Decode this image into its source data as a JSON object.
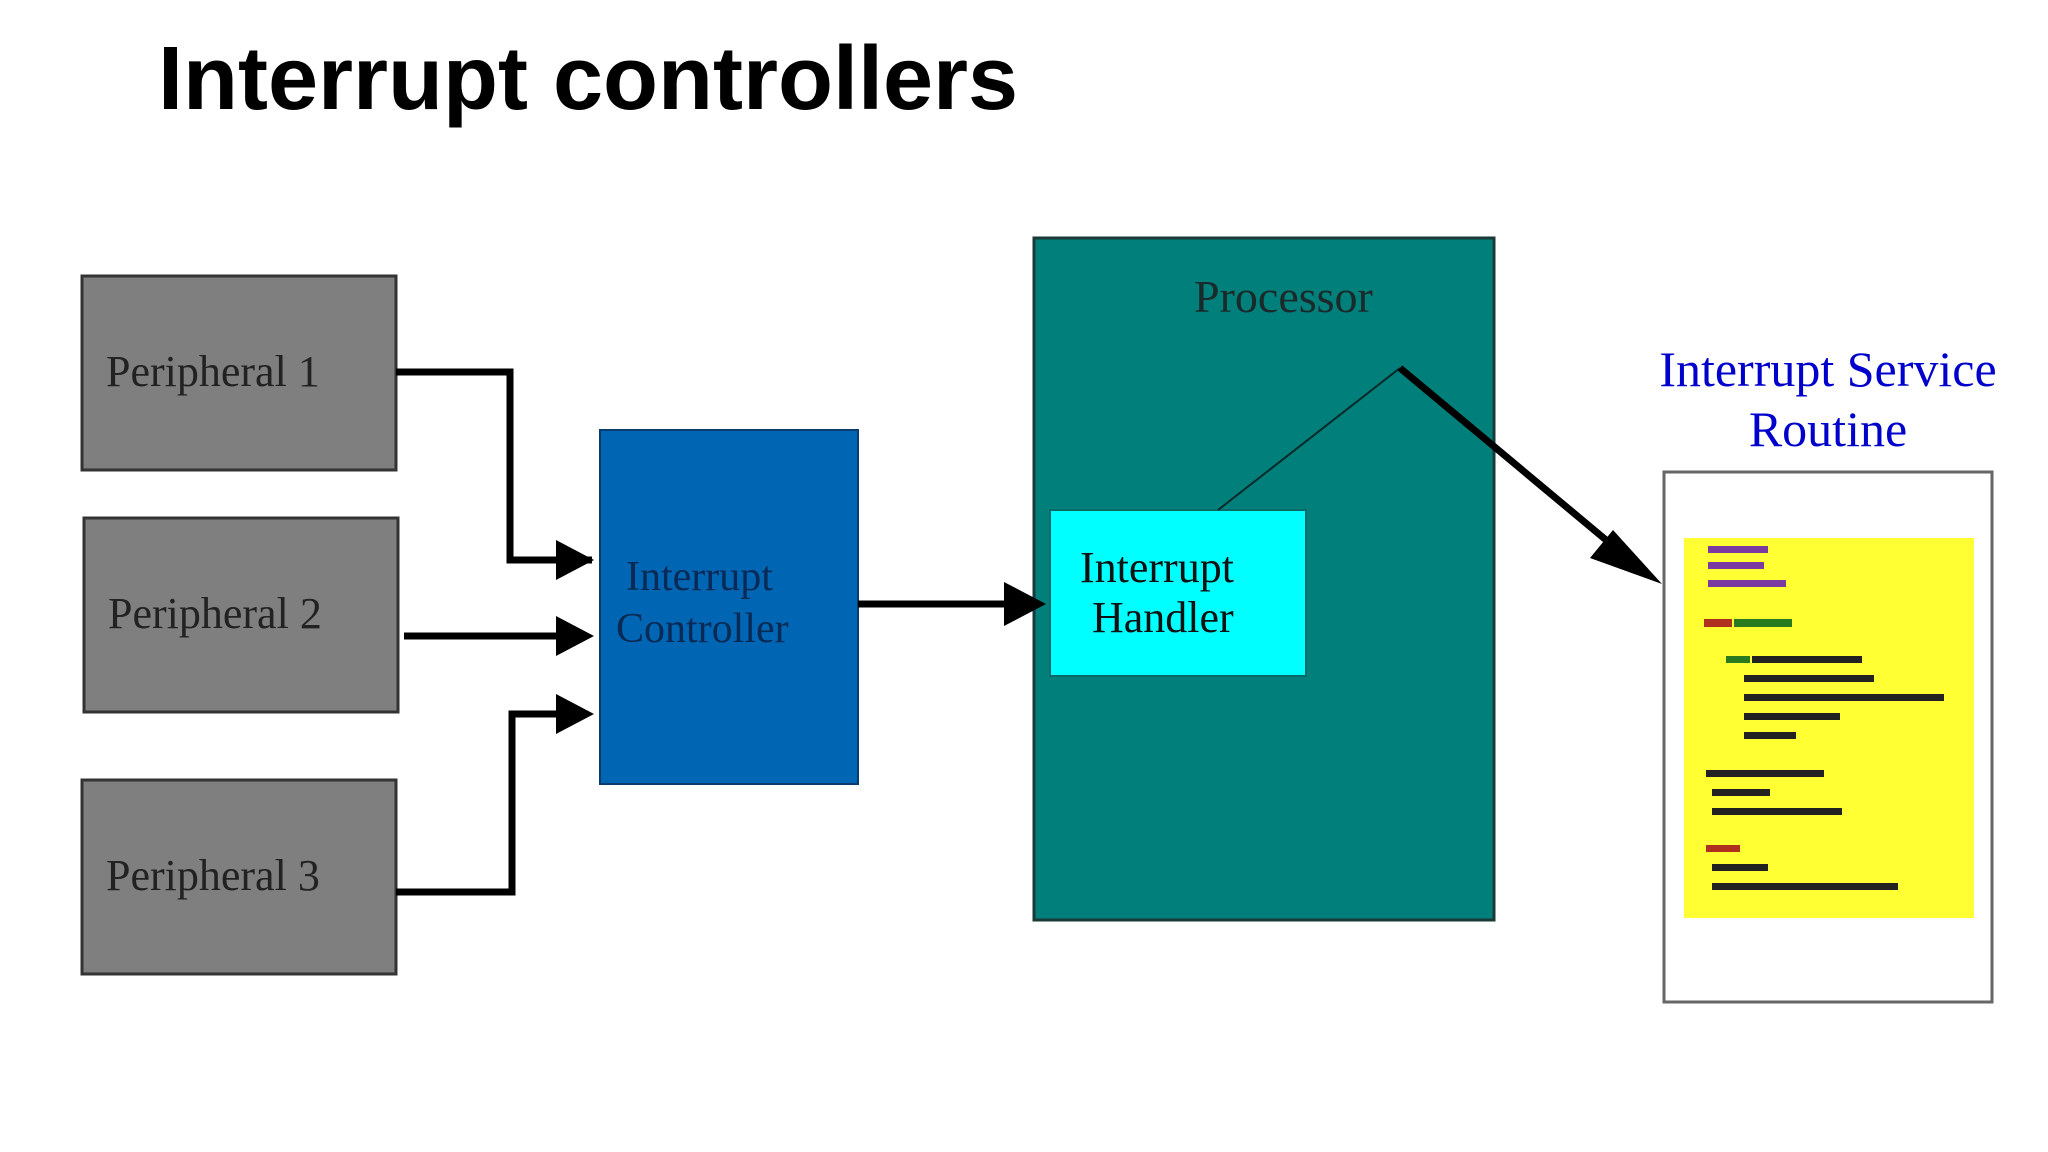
{
  "slide": {
    "title": "Interrupt controllers"
  },
  "diagram": {
    "peripherals": [
      {
        "label": "Peripheral 1"
      },
      {
        "label": "Peripheral 2"
      },
      {
        "label": "Peripheral 3"
      }
    ],
    "controller": {
      "line1": "Interrupt",
      "line2": "Controller"
    },
    "processor": {
      "label": "Processor"
    },
    "handler": {
      "line1": "Interrupt",
      "line2": "Handler"
    },
    "isr": {
      "line1": "Interrupt Service",
      "line2": "Routine"
    },
    "colors": {
      "peripheral_fill": "#7f7f7f",
      "controller_fill": "#0066b3",
      "processor_fill": "#007f7b",
      "handler_fill": "#00ffff",
      "isr_code_fill": "#ffff33",
      "isr_title_text": "#0000cc",
      "arrow": "#000000"
    }
  }
}
